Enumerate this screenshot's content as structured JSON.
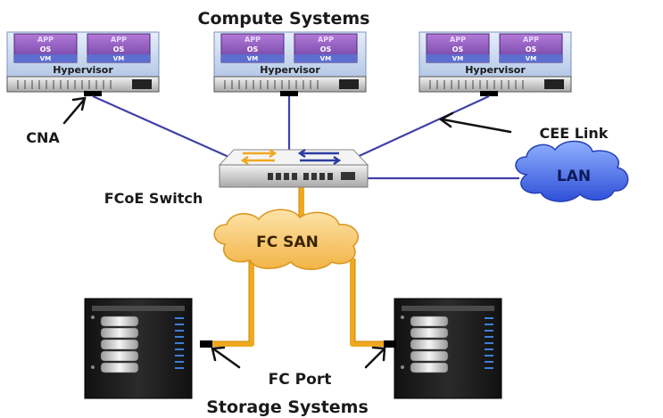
{
  "diagram": {
    "title_top": "Compute Systems",
    "title_bottom": "Storage Systems",
    "vm": {
      "app": "APP",
      "os": "OS",
      "vm": "VM"
    },
    "hypervisor_label": "Hypervisor",
    "labels": {
      "cna": "CNA",
      "cee_link": "CEE Link",
      "fcoe_switch": "FCoE Switch",
      "lan": "LAN",
      "fc_san": "FC SAN",
      "fc_port": "FC Port"
    },
    "colors": {
      "app_purple": "#8a4fb8",
      "os_purple": "#6b3fa0",
      "vm_band": "#5c6fd0",
      "hypervisor_blue": "#c9d8ee",
      "cee_link": "#4040a8",
      "fc_cable": "#f0a820",
      "lan_cloud": "#3a5fe0",
      "san_cloud": "#f6c46a",
      "storage_dark": "#1c1c1c"
    }
  }
}
